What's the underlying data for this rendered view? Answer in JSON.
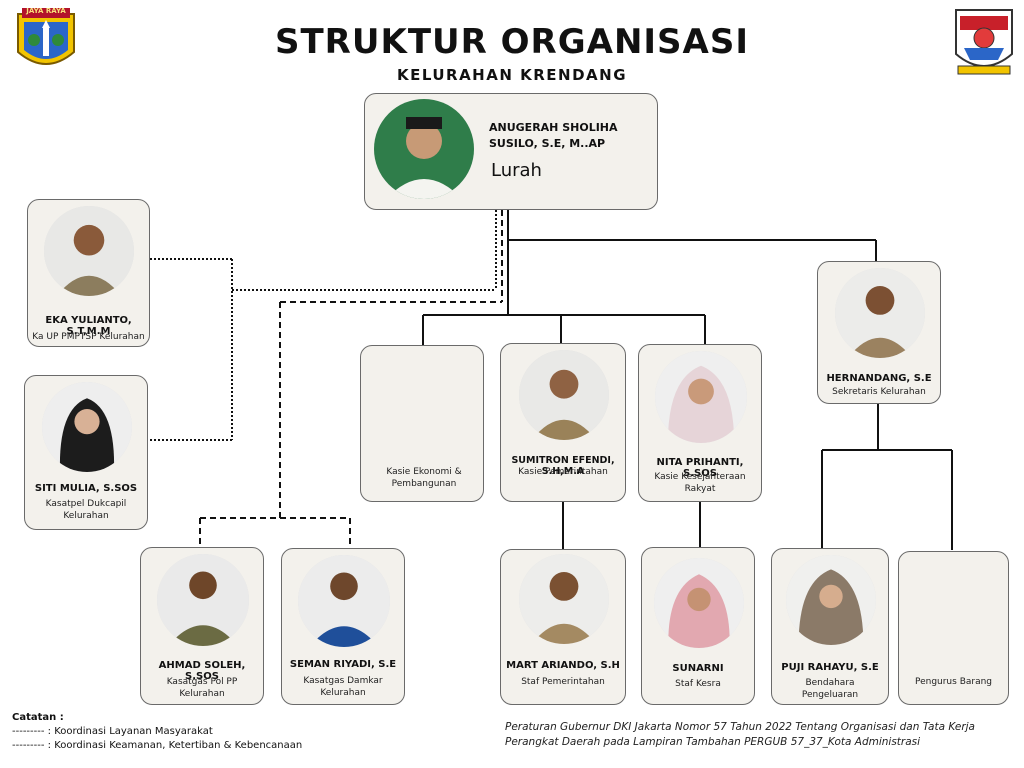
{
  "header": {
    "title": "STRUKTUR ORGANISASI",
    "subtitle": "KELURAHAN KRENDANG",
    "left_logo_text": "JAYA RAYA"
  },
  "colors": {
    "card_bg": "#f3f1ec",
    "card_border": "#6a6a6a",
    "line": "#111111"
  },
  "lurah": {
    "name_line1": "ANUGERAH SHOLIHA",
    "name_line2": "SUSILO, S.E, M..AP",
    "role": "Lurah"
  },
  "eka": {
    "name": "EKA YULIANTO, S.T,M.M",
    "role": "Ka UP PMPTSP Kelurahan"
  },
  "siti": {
    "name": "SITI MULIA, S.SOS",
    "role": "Kasatpel Dukcapil Kelurahan"
  },
  "kasie_ekonomi": {
    "role": "Kasie Ekonomi & Pembangunan"
  },
  "sumitron": {
    "name": "SUMITRON EFENDI, S.H,M.A",
    "role": "Kasie Pemerintahan"
  },
  "nita": {
    "name": "NITA PRIHANTI, S.SOS",
    "role": "Kasie Kesejahteraan Rakyat"
  },
  "hernandang": {
    "name": "HERNANDANG, S.E",
    "role": "Sekretaris Kelurahan"
  },
  "ahmad": {
    "name": "AHMAD SOLEH, S.SOS",
    "role": "Kasatgas Pol PP Kelurahan"
  },
  "seman": {
    "name": "SEMAN RIYADI, S.E",
    "role": "Kasatgas Damkar Kelurahan"
  },
  "mart": {
    "name": "MART ARIANDO, S.H",
    "role": "Staf Pemerintahan"
  },
  "sunarni": {
    "name": "SUNARNI",
    "role": "Staf Kesra"
  },
  "puji": {
    "name": "PUJI RAHAYU, S.E",
    "role": "Bendahara Pengeluaran"
  },
  "pengurus": {
    "role": "Pengurus Barang"
  },
  "notes": {
    "title": "Catatan :",
    "dotted": "--------- : Koordinasi Layanan Masyarakat",
    "dashed": "--------- : Koordinasi Keamanan, Ketertiban & Kebencanaan"
  },
  "regulation": {
    "line1": "Peraturan Gubernur DKI Jakarta Nomor 57 Tahun 2022 Tentang Organisasi dan Tata Kerja",
    "line2": "Perangkat Daerah pada Lampiran Tambahan PERGUB 57_37_Kota Administrasi"
  }
}
